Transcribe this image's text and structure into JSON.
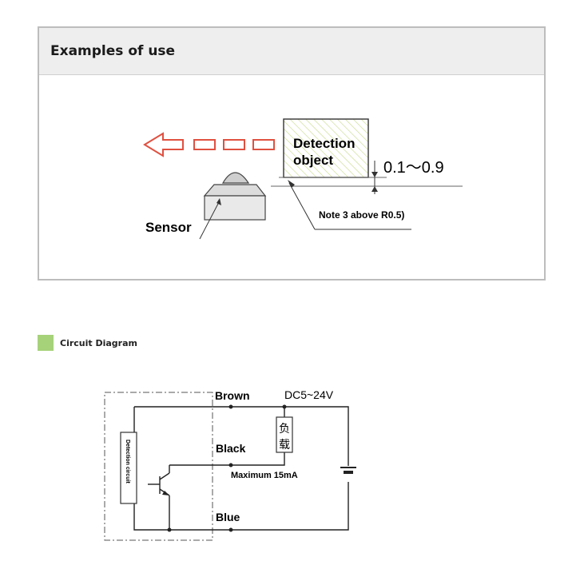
{
  "examples": {
    "title": "Examples of use",
    "detection_object_line1": "Detection",
    "detection_object_line2": "object",
    "gap_range": "0.1～0.9",
    "note": "Note 3 above R0.5)",
    "sensor_label": "Sensor",
    "colors": {
      "arrow": "#e05040",
      "hatch": "#cfe09a"
    }
  },
  "circuit": {
    "heading": "Circuit Diagram",
    "heading_color": "#a6d27a",
    "brown": "Brown",
    "voltage": "DC5~24V",
    "load_char1": "负",
    "load_char2": "载",
    "black": "Black",
    "max_current": "Maximum 15mA",
    "detection_circuit": "Detection circuit",
    "blue": "Blue"
  }
}
